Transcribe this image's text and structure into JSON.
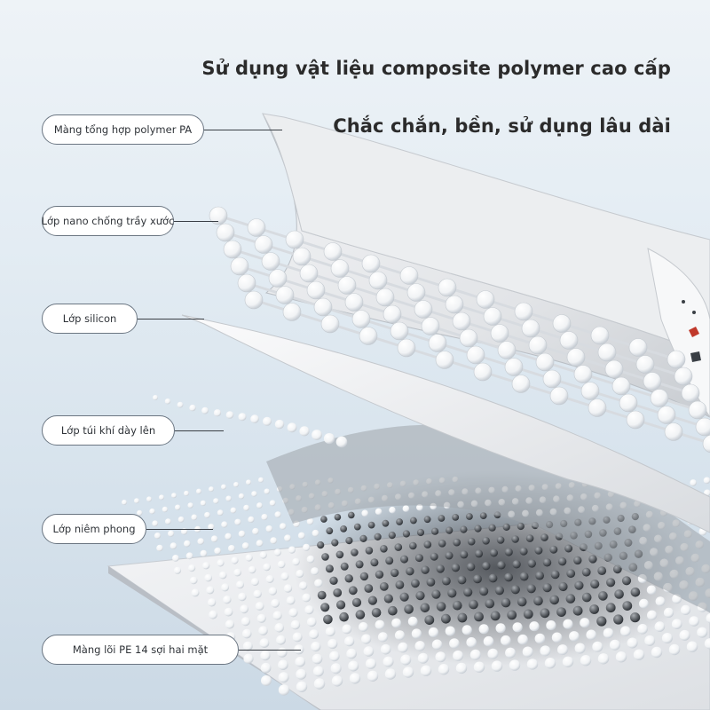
{
  "headline": {
    "line1": "Sử dụng vật liệu composite polymer cao cấp",
    "line2": "Chắc chắn, bền, sử dụng lâu dài"
  },
  "layers": [
    {
      "label": "Màng tổng hợp polymer PA"
    },
    {
      "label": "Lớp nano chống trầy xước"
    },
    {
      "label": "Lớp silicon"
    },
    {
      "label": "Lớp túi khí dày lên"
    },
    {
      "label": "Lớp niêm phong"
    },
    {
      "label": "Màng lõi PE 14 sợi hai mặt"
    }
  ],
  "colors": {
    "background_top": "#eef3f7",
    "background_bottom": "#cbd9e5",
    "text": "#2b2b2b",
    "pill_border": "#6b7682",
    "film": "#dfe2e6",
    "bead": "#ffffff"
  }
}
